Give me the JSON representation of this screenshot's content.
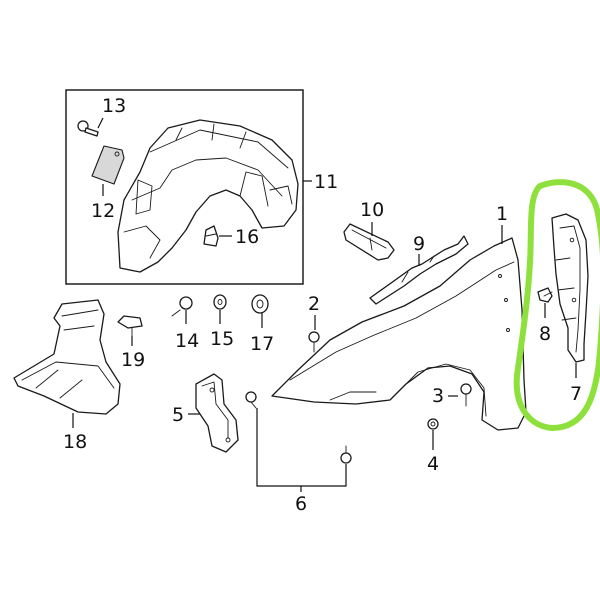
{
  "callouts": {
    "c1": "1",
    "c2": "2",
    "c3": "3",
    "c4": "4",
    "c5": "5",
    "c6": "6",
    "c7": "7",
    "c8": "8",
    "c9": "9",
    "c10": "10",
    "c11": "11",
    "c12": "12",
    "c13": "13",
    "c14": "14",
    "c15": "15",
    "c16": "16",
    "c17": "17",
    "c18": "18",
    "c19": "19"
  },
  "colors": {
    "line": "#1a1a1a",
    "highlight": "#8ee03c",
    "background": "#ffffff"
  }
}
